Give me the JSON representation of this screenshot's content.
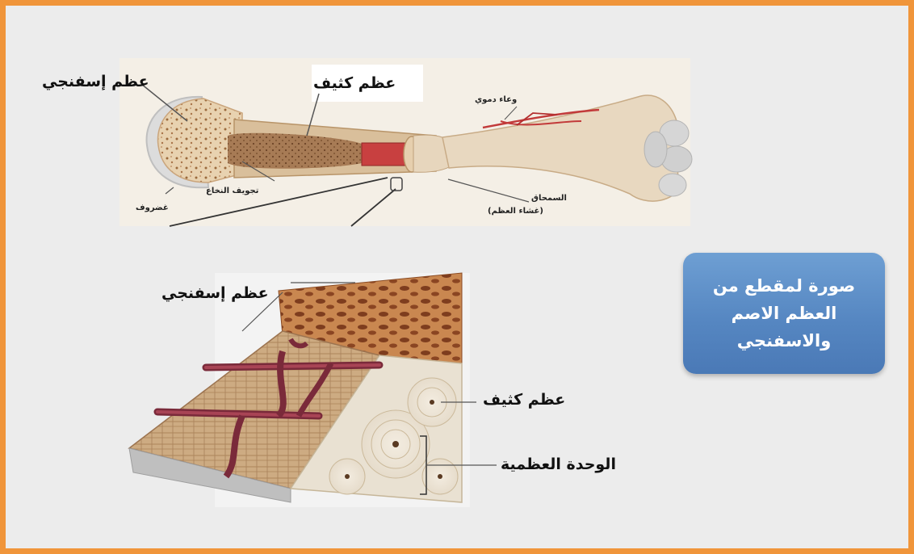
{
  "callout": {
    "text": "صورة لمقطع من العظم الاصم والاسفنجي"
  },
  "long_bone": {
    "labels": {
      "spongy": "عظم إسفنجي",
      "compact": "عظم كثيف",
      "blood_vessel": "وعاء دموي",
      "marrow_cavity": "تجويف النخاع",
      "cartilage": "غضروف",
      "periosteum_line1": "السمحاق",
      "periosteum_line2": "(غشاء العظم)"
    }
  },
  "cross_section": {
    "labels": {
      "spongy": "عظم إسفنجي",
      "compact": "عظم كثيف",
      "osteon": "الوحدة العظمية"
    }
  },
  "colors": {
    "frame_border": "#f0953a",
    "callout_bg": "#5a8bc6",
    "bone": "#e9d7bd",
    "blood_vessel": "#c23a3a"
  }
}
